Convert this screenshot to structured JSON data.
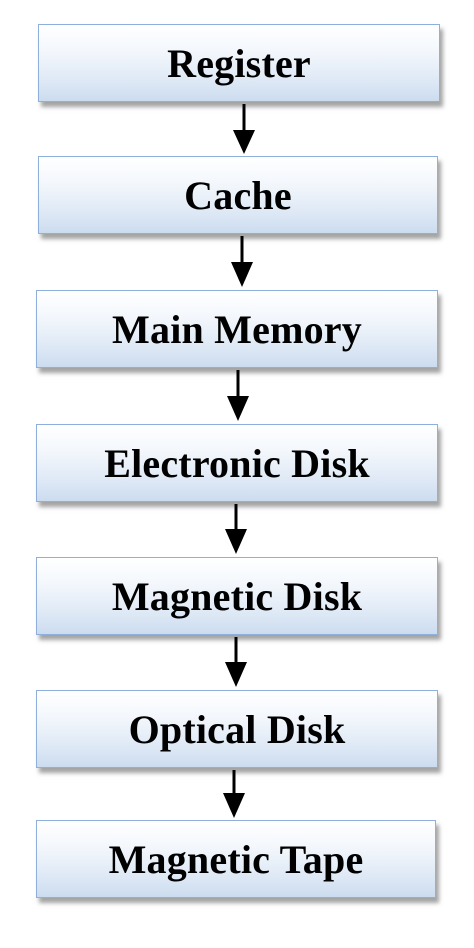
{
  "diagram": {
    "nodes": [
      {
        "label": "Register"
      },
      {
        "label": "Cache"
      },
      {
        "label": "Main Memory"
      },
      {
        "label": "Electronic Disk"
      },
      {
        "label": "Magnetic Disk"
      },
      {
        "label": "Optical Disk"
      },
      {
        "label": "Magnetic Tape"
      }
    ],
    "edges": [
      {
        "from": "Register",
        "to": "Cache"
      },
      {
        "from": "Cache",
        "to": "Main Memory"
      },
      {
        "from": "Main Memory",
        "to": "Electronic Disk"
      },
      {
        "from": "Electronic Disk",
        "to": "Magnetic Disk"
      },
      {
        "from": "Magnetic Disk",
        "to": "Optical Disk"
      },
      {
        "from": "Optical Disk",
        "to": "Magnetic Tape"
      }
    ],
    "colors": {
      "box_border": "#8fb0dc",
      "box_fill_top": "#ffffff",
      "box_fill_bottom": "#ccdcef",
      "arrow": "#000000",
      "text": "#000000"
    }
  }
}
